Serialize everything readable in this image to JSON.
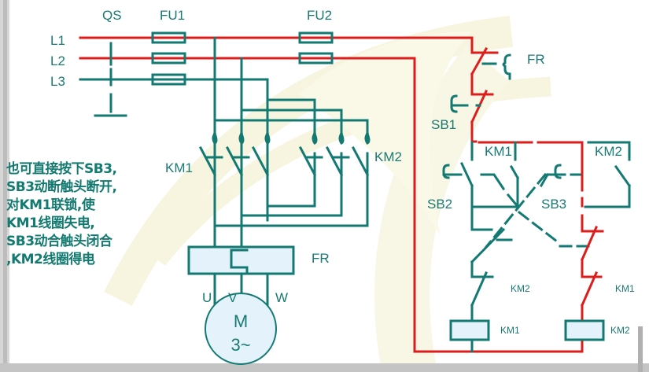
{
  "colors": {
    "wire_teal": "#137a73",
    "wire_red": "#dd1c1c",
    "label_teal": "#1a7a74",
    "component_fill": "#e4f3fb",
    "background_swirl": "#f7f5dd",
    "frame_gray": "#b8b8b8"
  },
  "main_circuit": {
    "switch_label": "QS",
    "fuse1_label": "FU1",
    "fuse2_label": "FU2",
    "line_labels": [
      "L1",
      "L2",
      "L3"
    ],
    "contactor_km1_label": "KM1",
    "contactor_km2_label": "KM2",
    "overload_label": "FR",
    "motor_phase_labels": [
      "U",
      "V",
      "W"
    ],
    "motor_label": "M",
    "motor_type": "3~"
  },
  "control_circuit": {
    "fr_contact_label": "FR",
    "stop_button_label": "SB1",
    "forward_button_label": "SB2",
    "reverse_button_label": "SB3",
    "km1_aux_label": "KM1",
    "km2_aux_label": "KM2",
    "km2_interlock_label": "KM2",
    "km1_interlock_label": "KM1",
    "coil1_label": "KM1",
    "coil2_label": "KM2"
  },
  "annotation": {
    "lines": [
      "也可直接按下SB3,",
      "SB3动断触头断开,",
      "对KM1联锁,使",
      "KM1线圈失电,",
      "SB3动合触头闭合",
      ",KM2线圈得电"
    ]
  }
}
